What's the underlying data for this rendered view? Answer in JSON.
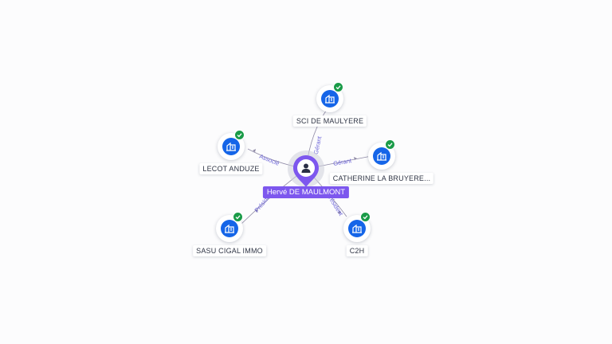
{
  "center": {
    "name": "Hervé DE MAULMONT",
    "icon": "person-icon"
  },
  "companies": [
    {
      "key": "sci",
      "name": "SCI DE MAULYERE",
      "icon": "company-building-icon",
      "verified": true
    },
    {
      "key": "lecot",
      "name": "LECOT ANDUZE",
      "icon": "company-building-icon",
      "verified": true
    },
    {
      "key": "catherine",
      "name": "CATHERINE LA BRUYERE...",
      "icon": "company-building-icon",
      "verified": true
    },
    {
      "key": "sasu",
      "name": "SASU CIGAL IMMO",
      "icon": "company-building-icon",
      "verified": true
    },
    {
      "key": "c2h",
      "name": "C2H",
      "icon": "company-building-icon",
      "verified": true
    }
  ],
  "relations": [
    {
      "to": "sci",
      "label": "Gérant"
    },
    {
      "to": "lecot",
      "label": "Associé"
    },
    {
      "to": "catherine",
      "label": "Gérant"
    },
    {
      "to": "sasu",
      "label": "Président"
    },
    {
      "to": "c2h",
      "label": "Président"
    }
  ],
  "colors": {
    "company": "#1565e8",
    "verified": "#1a9b48",
    "person": "#7d57ee",
    "edge": "#8f8aa6",
    "edge_label": "#6b63d8"
  }
}
